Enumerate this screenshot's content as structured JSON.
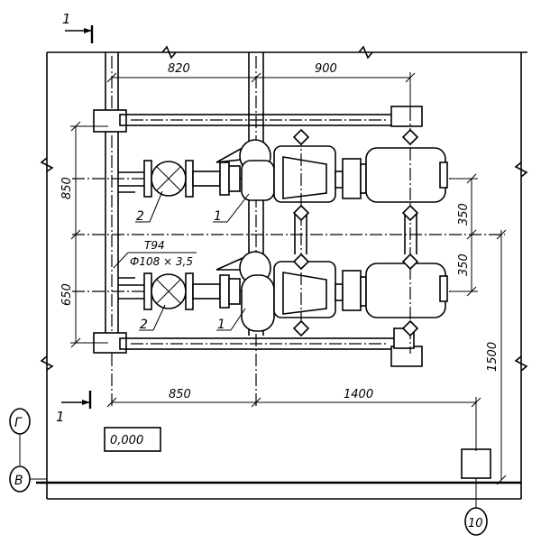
{
  "section_mark": "1",
  "dimensions": {
    "top_left": "820",
    "top_right": "900",
    "left_upper": "850",
    "left_lower": "650",
    "right_upper": "350",
    "right_lower": "350",
    "bottom_left": "850",
    "bottom_right": "1400",
    "right_tall": "1500"
  },
  "pipe_label_top": "Т94",
  "pipe_label_bottom": "Ф108 × 3,5",
  "callouts": [
    "2",
    "1",
    "2",
    "1"
  ],
  "elevation": "0,000",
  "axes": {
    "row_upper": "Г",
    "row_lower": "В",
    "column": "10"
  }
}
